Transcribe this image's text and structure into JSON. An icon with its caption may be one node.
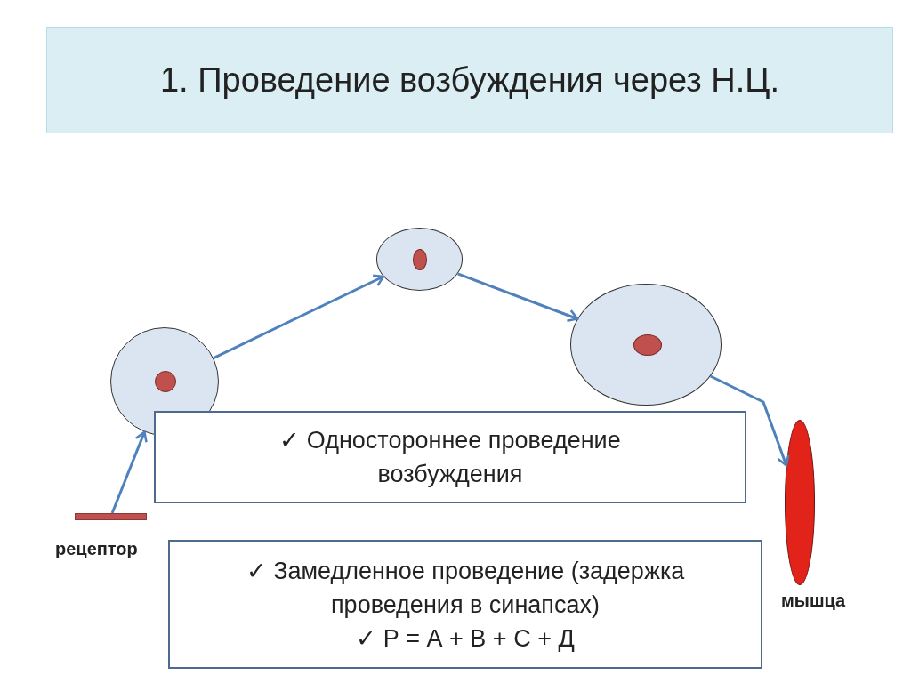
{
  "diagram": {
    "title": "1. Проведение возбуждения через Н.Ц.",
    "nodes": [
      {
        "text": [],
        "shape": "bar",
        "beside": [
          "рецептор"
        ]
      },
      {
        "text": [],
        "shape": "circle"
      },
      {
        "text": [],
        "shape": "circle"
      },
      {
        "text": [],
        "shape": "circle"
      },
      {
        "text": [],
        "shape": "ellipse",
        "beside": [
          "мышца"
        ]
      },
      {
        "text": [
          "✓ Одностороннее проведение возбуждения"
        ]
      },
      {
        "text": [
          "✓ Замедленное проведение (задержка проведения в синапсах)",
          "✓ Р = А + В + С + Д"
        ]
      }
    ],
    "edges": [
      {
        "from": 0,
        "to": 1,
        "arrow": "to"
      },
      {
        "from": 1,
        "to": 2,
        "arrow": "to"
      },
      {
        "from": 2,
        "to": 3,
        "arrow": "to"
      },
      {
        "from": 3,
        "to": 4,
        "arrow": "to"
      }
    ]
  }
}
